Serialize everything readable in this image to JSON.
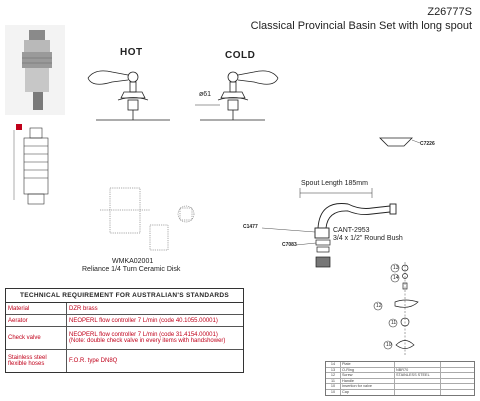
{
  "header": {
    "code": "Z26777S",
    "subtitle": "Classical Provincial Basin Set with long spout"
  },
  "labels": {
    "hot": "HOT",
    "cold": "COLD",
    "diameter": "ø61",
    "spout_length": "Spout Length 185mm",
    "c7226": "C7226",
    "c1477": "C1477",
    "c7083": "C7083",
    "cant": "CANT-2953",
    "bush": "3/4 x 1/2\" Round Bush",
    "cartridge_code": "WMKA02001",
    "cartridge_desc": "Reliance 1/4 Turn Ceramic Disk",
    "callout_13": "13",
    "callout_14": "14",
    "callout_12": "12",
    "callout_11": "11",
    "callout_10": "10"
  },
  "tech_table": {
    "title": "TECHNICAL REQUIREMENT FOR AUSTRALIAN'S STANDARDS",
    "rows": [
      {
        "key": "Material",
        "lines": [
          "DZR brass"
        ]
      },
      {
        "key": "Aerator",
        "lines": [
          "NEOPERL flow controller 7 L/min (code 40.1055.00001)"
        ]
      },
      {
        "key": "Check valve",
        "lines": [
          "NEOPERL flow controller 7 L/min (code 31.4154.00001)",
          "(Note: double check valve in every items with handshower)"
        ]
      },
      {
        "key": "Stainless steel flexible hoses",
        "lines": [
          "F.O.R. type DN8Q"
        ]
      }
    ]
  },
  "parts_table": {
    "rows": [
      [
        "14",
        "Plate",
        "",
        ""
      ],
      [
        "13",
        "O-Ring",
        "NBR70",
        ""
      ],
      [
        "12",
        "Screw",
        "STAINLESS STEEL",
        ""
      ],
      [
        "11",
        "Handle",
        "",
        ""
      ],
      [
        "10",
        "Insertion for valve",
        "",
        ""
      ],
      [
        "10",
        "Cap",
        "",
        ""
      ]
    ]
  },
  "colors": {
    "accent_red": "#c0001a",
    "line": "#222222"
  }
}
